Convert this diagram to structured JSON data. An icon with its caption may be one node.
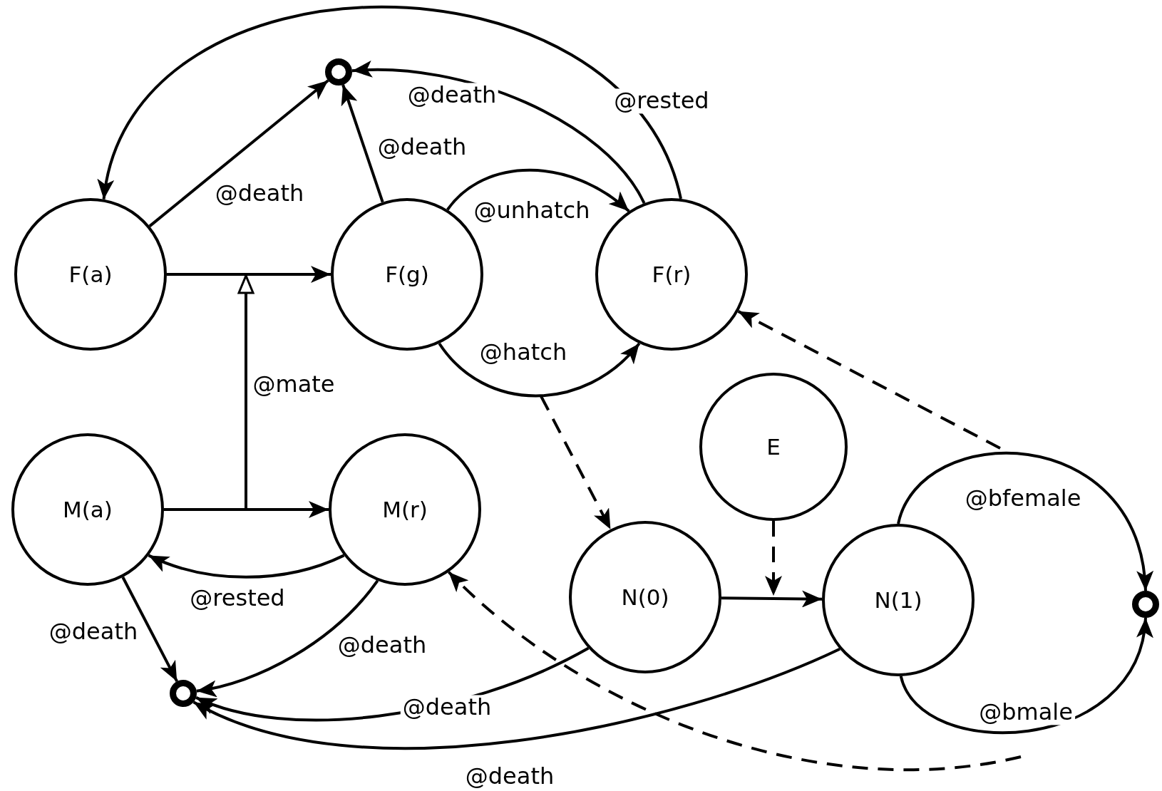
{
  "diagram": {
    "nodes": [
      {
        "text": [
          "F(a)"
        ]
      },
      {
        "text": [
          "F(g)"
        ]
      },
      {
        "text": [
          "F(r)"
        ]
      },
      {
        "text": [
          "M(a)"
        ]
      },
      {
        "text": [
          "M(r)"
        ]
      },
      {
        "text": [
          "E"
        ]
      },
      {
        "text": [
          "N(0)"
        ]
      },
      {
        "text": [
          "N(1)"
        ]
      },
      {
        "text": [],
        "shape": "circle"
      },
      {
        "text": [],
        "shape": "circle"
      },
      {
        "text": [],
        "shape": "circle"
      }
    ],
    "edges": [
      {
        "from": 2,
        "to": 0,
        "arrow": "to",
        "label": "@rested"
      },
      {
        "from": 2,
        "to": 8,
        "arrow": "to",
        "label": "@death"
      },
      {
        "from": 0,
        "to": 8,
        "arrow": "to",
        "label": "@death"
      },
      {
        "from": 1,
        "to": 8,
        "arrow": "to",
        "label": "@death"
      },
      {
        "from": 1,
        "to": 2,
        "arrow": "to",
        "label": "@unhatch"
      },
      {
        "from": 1,
        "to": 2,
        "arrow": "to",
        "label": "@hatch"
      },
      {
        "from": 0,
        "to": 1,
        "arrow": "to"
      },
      {
        "from": 3,
        "to": 4,
        "arrow": "to"
      },
      {
        "from": 3,
        "to": null,
        "arrow": "to",
        "label": "@mate"
      },
      {
        "from": 4,
        "to": 3,
        "arrow": "to",
        "label": "@rested"
      },
      {
        "from": 3,
        "to": 9,
        "arrow": "to",
        "label": "@death"
      },
      {
        "from": 4,
        "to": 9,
        "arrow": "to",
        "label": "@death"
      },
      {
        "from": 6,
        "to": 9,
        "arrow": "to",
        "label": "@death"
      },
      {
        "from": 7,
        "to": 9,
        "arrow": "to",
        "label": "@death"
      },
      {
        "from": null,
        "to": 6,
        "arrow": "to",
        "style": "dashed"
      },
      {
        "from": 5,
        "to": null,
        "arrow": "to",
        "style": "dashed"
      },
      {
        "from": 6,
        "to": 7,
        "arrow": "to"
      },
      {
        "from": 7,
        "to": 10,
        "arrow": "to",
        "label": "@bfemale"
      },
      {
        "from": 7,
        "to": 10,
        "arrow": "to",
        "label": "@bmale"
      },
      {
        "from": null,
        "to": 2,
        "arrow": "to",
        "style": "dashed"
      },
      {
        "from": null,
        "to": 4,
        "arrow": "to",
        "style": "dashed"
      }
    ]
  }
}
